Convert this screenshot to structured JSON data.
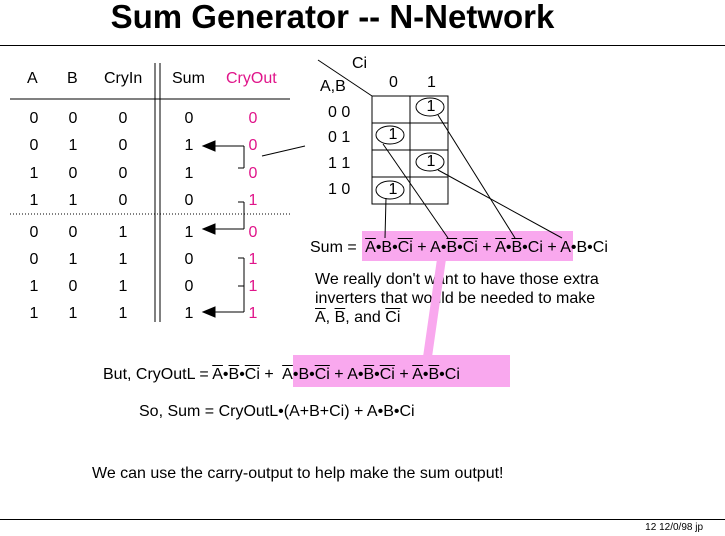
{
  "title": "Sum Generator -- N-Network",
  "table": {
    "headers": [
      "A",
      "B",
      "CryIn",
      "Sum",
      "CryOut"
    ],
    "rows": [
      [
        "0",
        "0",
        "0",
        "0",
        "0"
      ],
      [
        "0",
        "1",
        "0",
        "1",
        "0"
      ],
      [
        "1",
        "0",
        "0",
        "1",
        "0"
      ],
      [
        "1",
        "1",
        "0",
        "0",
        "1"
      ],
      [
        "0",
        "0",
        "1",
        "1",
        "0"
      ],
      [
        "0",
        "1",
        "1",
        "0",
        "1"
      ],
      [
        "1",
        "0",
        "1",
        "0",
        "1"
      ],
      [
        "1",
        "1",
        "1",
        "1",
        "1"
      ]
    ]
  },
  "kmap": {
    "col_var": "Ci",
    "row_var": "A,B",
    "col_headers": [
      "0",
      "1"
    ],
    "row_headers": [
      "0 0",
      "0 1",
      "1 1",
      "1 0"
    ],
    "cells": [
      [
        "",
        "1"
      ],
      [
        "1",
        ""
      ],
      [
        "",
        "1"
      ],
      [
        "1",
        ""
      ]
    ]
  },
  "sum_eq": {
    "lhs": "Sum =",
    "t1": [
      "A",
      "•",
      "B",
      "•",
      "Ci"
    ],
    "t2": [
      "A",
      "•",
      "B",
      "•",
      "Ci"
    ],
    "t3": [
      "A",
      "•",
      "B",
      "•",
      "Ci"
    ],
    "t4": "A•B•Ci",
    "plus": "+"
  },
  "note_lines": [
    "We really don't want to have those extra",
    "inverters that would be needed to make"
  ],
  "note_last": {
    "a": "A",
    "sep": ", ",
    "b": "B",
    "and": ", and ",
    "ci": "Ci"
  },
  "but_eq": {
    "lhs": "But, CryOutL =",
    "t1": [
      "A",
      "•",
      "B",
      "•",
      "Ci"
    ],
    "t2": [
      "A",
      "•",
      "B",
      "•",
      "Ci"
    ],
    "t3": [
      "A",
      "•",
      "B",
      "•",
      "Ci"
    ],
    "t4": [
      "A",
      "•",
      "B",
      "•",
      "Ci"
    ],
    "plus": "+"
  },
  "so_eq": "So, Sum = CryOutL•(A+B+Ci) + A•B•Ci",
  "conclusion": "We can use the carry-output to help make the sum output!",
  "footer": "12   12/0/98  jp",
  "colors": {
    "accent": "#e0158a",
    "highlight": "#f9a8ee"
  }
}
